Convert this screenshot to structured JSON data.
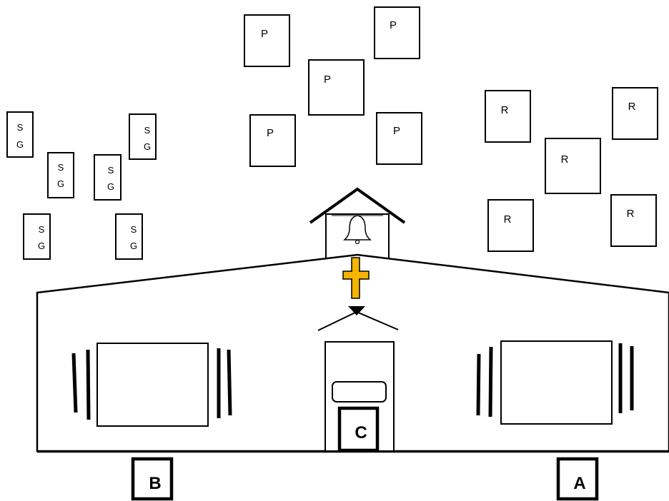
{
  "groups": {
    "sg": {
      "line1": "S",
      "line2": "G"
    },
    "p": {
      "label": "P"
    },
    "r": {
      "label": "R"
    }
  },
  "markers": {
    "a": "A",
    "b": "B",
    "c": "C"
  },
  "colors": {
    "cross": "#F5B400",
    "stroke": "#000000",
    "background": "#FFFFFF"
  }
}
